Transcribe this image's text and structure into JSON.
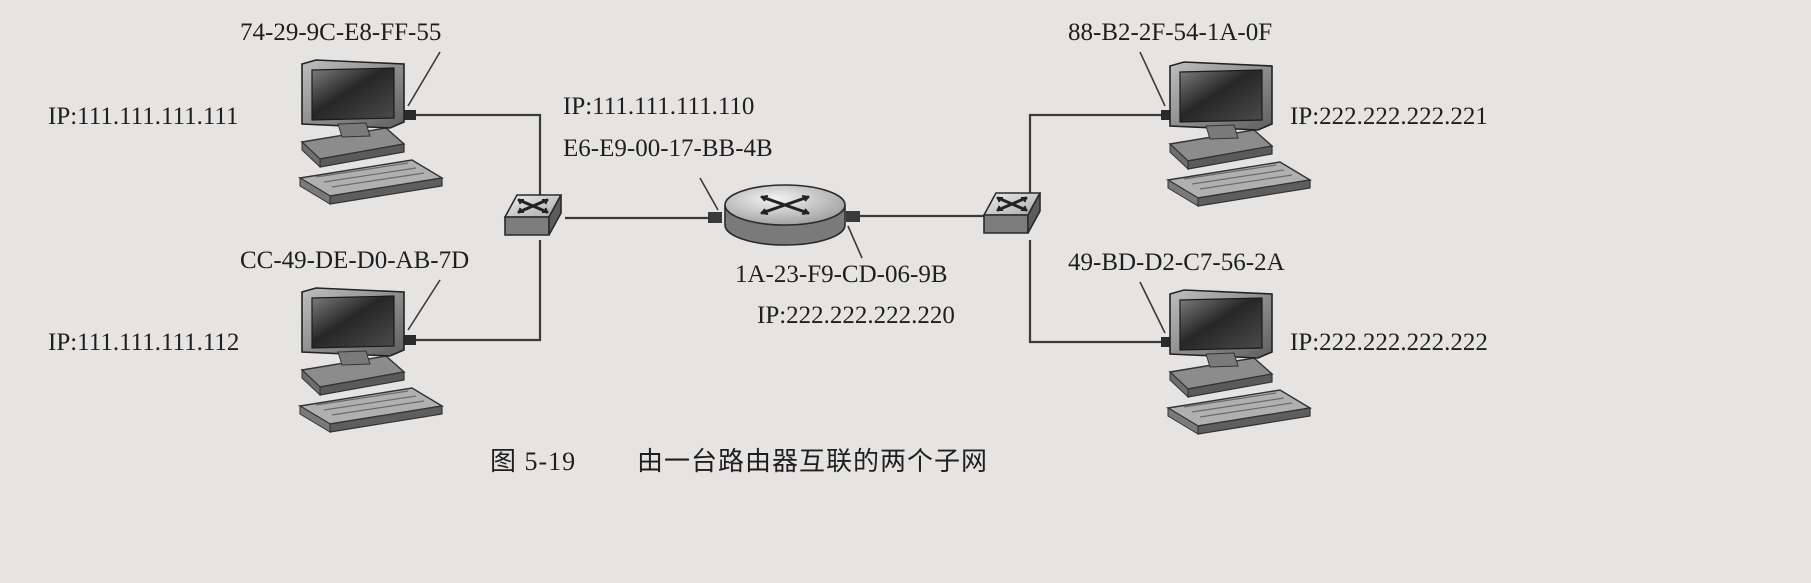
{
  "left_subnet": {
    "pc_top": {
      "mac": "74-29-9C-E8-FF-55",
      "ip": "IP:111.111.111.111"
    },
    "pc_bottom": {
      "mac": "CC-49-DE-D0-AB-7D",
      "ip": "IP:111.111.111.112"
    }
  },
  "right_subnet": {
    "pc_top": {
      "mac": "88-B2-2F-54-1A-0F",
      "ip": "IP:222.222.222.221"
    },
    "pc_bottom": {
      "mac": "49-BD-D2-C7-56-2A",
      "ip": "IP:222.222.222.222"
    }
  },
  "router": {
    "left_iface": {
      "ip": "IP:111.111.111.110",
      "mac": "E6-E9-00-17-BB-4B"
    },
    "right_iface": {
      "mac": "1A-23-F9-CD-06-9B",
      "ip": "IP:222.222.222.220"
    }
  },
  "caption": {
    "number": "图 5-19",
    "text": "由一台路由器互联的两个子网"
  },
  "colors": {
    "background": "#e6e4e2",
    "ink": "#1e1e1e"
  }
}
